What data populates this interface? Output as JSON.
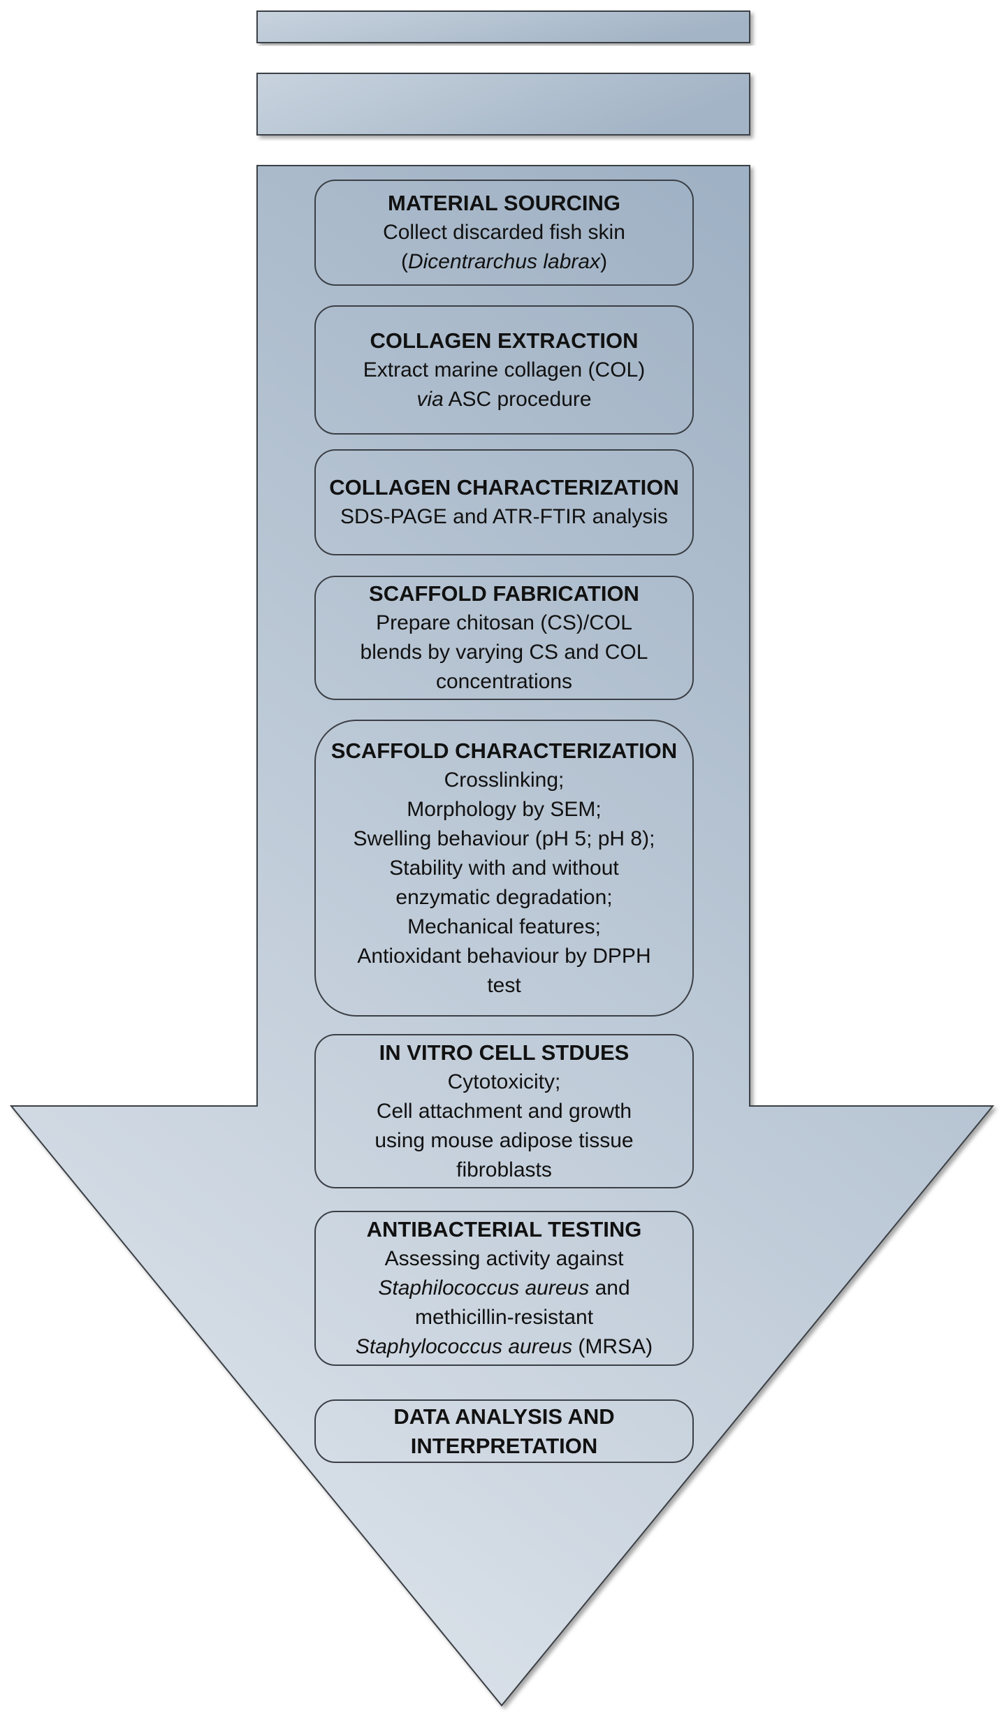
{
  "colors": {
    "arrow_fill_top": "#9fb1c4",
    "arrow_fill_bottom": "#dfe5ec",
    "outline": "#3b3f45",
    "text": "#111111"
  },
  "steps": [
    {
      "title": "MATERIAL SOURCING",
      "lines": [
        {
          "text": "Collect discarded fish skin"
        },
        {
          "pre": "(",
          "italic": "Dicentrarchus labrax",
          "post": ")"
        }
      ]
    },
    {
      "title": "COLLAGEN EXTRACTION",
      "lines": [
        {
          "text": "Extract marine collagen (COL)"
        },
        {
          "pre": "",
          "italic": "via",
          "post": " ASC procedure"
        }
      ]
    },
    {
      "title": "COLLAGEN CHARACTERIZATION",
      "lines": [
        {
          "text": "SDS-PAGE and ATR-FTIR analysis"
        }
      ]
    },
    {
      "title": "SCAFFOLD FABRICATION",
      "lines": [
        {
          "text": "Prepare chitosan (CS)/COL"
        },
        {
          "text": "blends by varying CS and COL"
        },
        {
          "text": "concentrations"
        }
      ]
    },
    {
      "title": "SCAFFOLD CHARACTERIZATION",
      "lines": [
        {
          "text": "Crosslinking;"
        },
        {
          "text": "Morphology by SEM;"
        },
        {
          "text": "Swelling behaviour (pH 5; pH 8);"
        },
        {
          "text": "Stability with and without"
        },
        {
          "text": "enzymatic degradation;"
        },
        {
          "text": "Mechanical features;"
        },
        {
          "text": "Antioxidant behaviour by DPPH"
        },
        {
          "text": "test"
        }
      ]
    },
    {
      "title": "IN VITRO CELL STDUES",
      "lines": [
        {
          "text": "Cytotoxicity;"
        },
        {
          "text": "Cell attachment and growth"
        },
        {
          "text": "using mouse adipose tissue"
        },
        {
          "text": "fibroblasts"
        }
      ]
    },
    {
      "title": "ANTIBACTERIAL TESTING",
      "lines": [
        {
          "text": "Assessing activity against"
        },
        {
          "pre": "",
          "italic": "Staphilococcus aureus",
          "post": " and"
        },
        {
          "text": "methicillin-resistant"
        },
        {
          "pre": "",
          "italic": "Staphylococcus aureus",
          "post": " (MRSA)"
        }
      ]
    },
    {
      "title": "DATA ANALYSIS AND INTERPRETATION",
      "lines": []
    }
  ]
}
